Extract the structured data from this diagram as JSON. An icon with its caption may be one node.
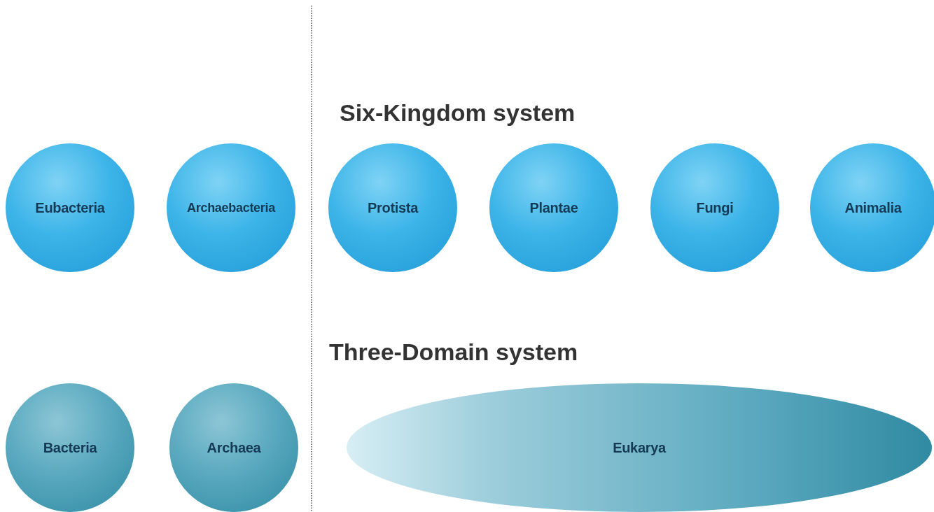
{
  "diagram": {
    "nodes": [
      {
        "text": [
          "Eubacteria"
        ]
      },
      {
        "text": [
          "Archaebacteria"
        ]
      },
      {
        "text": [
          "Protista"
        ]
      },
      {
        "text": [
          "Plantae"
        ]
      },
      {
        "text": [
          "Fungi"
        ]
      },
      {
        "text": [
          "Animalia"
        ]
      },
      {
        "text": [
          "Bacteria"
        ]
      },
      {
        "text": [
          "Archaea"
        ]
      },
      {
        "text": [
          "Eukarya"
        ]
      }
    ],
    "edges": [],
    "labels": [
      "Six-Kingdom system",
      "Three-Domain system"
    ]
  }
}
